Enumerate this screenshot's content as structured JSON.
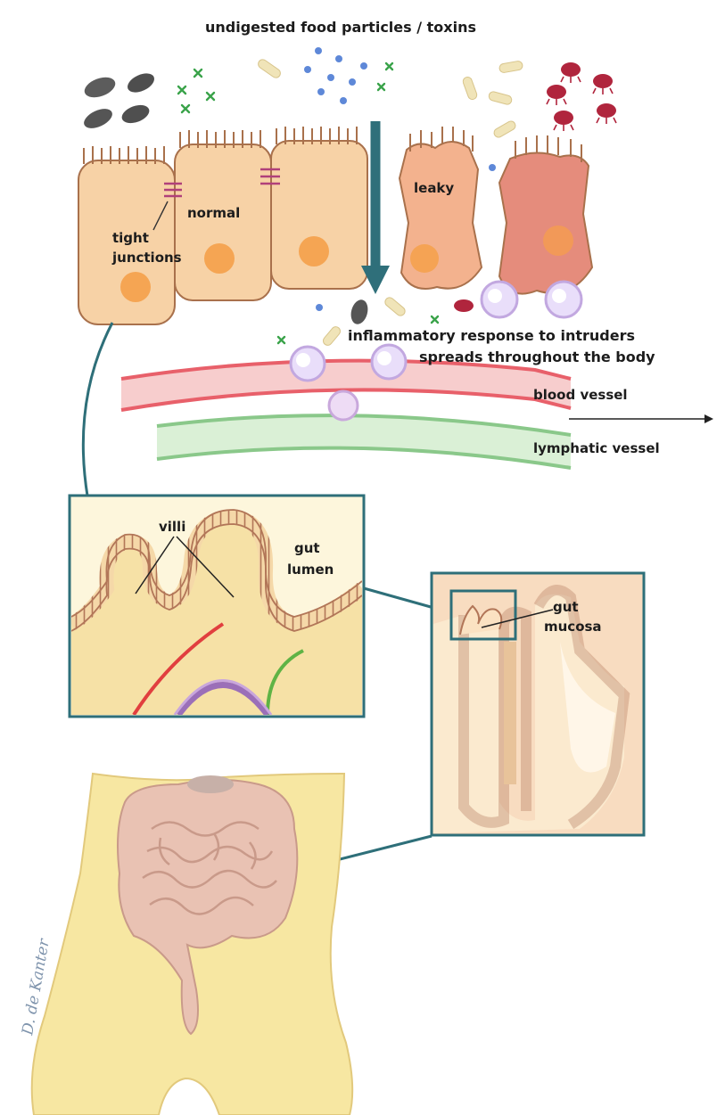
{
  "labels": {
    "top": "undigested food particles / toxins",
    "normal": "normal",
    "tight_junctions_line1": "tight",
    "tight_junctions_line2": "junctions",
    "leaky": "leaky",
    "inflammatory_line1": "inflammatory response to intruders",
    "inflammatory_line2": "spreads throughout the body",
    "blood_vessel": "blood vessel",
    "lymphatic_vessel": "lymphatic vessel",
    "villi": "villi",
    "gut_lumen_line1": "gut",
    "gut_lumen_line2": "lumen",
    "gut_mucosa_line1": "gut",
    "gut_mucosa_line2": "mucosa",
    "signature": "D. de Kanter"
  },
  "colors": {
    "cell_fill": "#f7d2a6",
    "cell_stroke": "#a9714c",
    "leaky_cell_fill": "#f3b28e",
    "inflamed_cell_fill": "#e58c7c",
    "nucleus": "#f4a04a",
    "tight_junction": "#b0407a",
    "arrow": "#2f6f7a",
    "frame": "#2e6f79",
    "blood_vessel": "#e8606a",
    "lymphatic_vessel": "#8ac88a",
    "body_fill": "#f7e7a2",
    "intestine": "#e9c2b3",
    "bacteria": "#b0253d",
    "toxin_x": "#3aa34a",
    "particle_blue": "#5e88d8"
  }
}
